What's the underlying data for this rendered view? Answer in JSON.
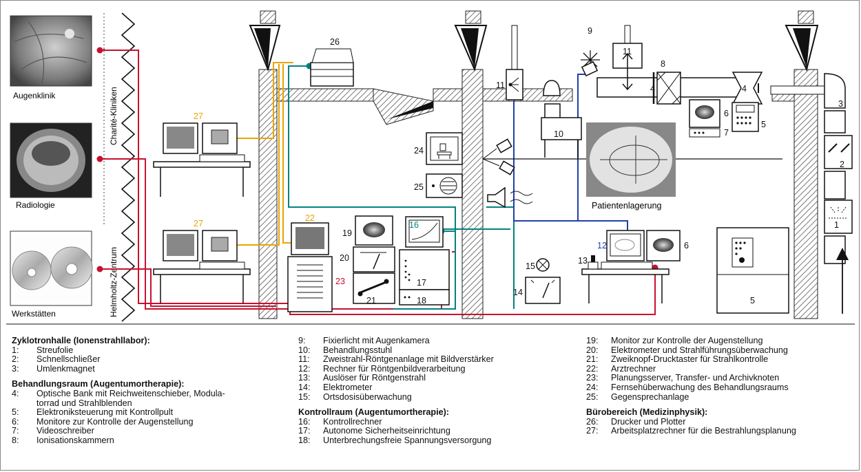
{
  "side_labels": {
    "augenklinik": "Augenklinik",
    "radiologie": "Radiologie",
    "werkstaetten": "Werkstätten",
    "charite": "Charité-Kliniken",
    "hmi": "Helmholtz-Zentrum",
    "patientenlagerung": "Patientenlagerung"
  },
  "numbers": {
    "n1": "1",
    "n2": "2",
    "n3": "3",
    "n4a": "4",
    "n4b": "4",
    "n5a": "5",
    "n5b": "5",
    "n6a": "6",
    "n6b": "6",
    "n7": "7",
    "n8": "8",
    "n9": "9",
    "n10": "10",
    "n11a": "11",
    "n11b": "11",
    "n12": "12",
    "n13": "13",
    "n14": "14",
    "n15": "15",
    "n16": "16",
    "n17": "17",
    "n18": "18",
    "n19": "19",
    "n20": "20",
    "n21": "21",
    "n22": "22",
    "n23": "23",
    "n24": "24",
    "n25": "25",
    "n26": "26",
    "n27a": "27",
    "n27b": "27"
  },
  "legend": {
    "col1": [
      {
        "heading": "Zyklotronhalle (Ionenstrahllabor):",
        "items": [
          {
            "num": "1:",
            "text": "Streufolie"
          },
          {
            "num": "2:",
            "text": "Schnellschließer"
          },
          {
            "num": "3:",
            "text": "Umlenkmagnet"
          }
        ]
      },
      {
        "heading": "Behandlungsraum (Augentumortherapie):",
        "items": [
          {
            "num": "4:",
            "text": "Optische Bank mit Reichweitenschieber, Modula-\ntorrad und Strahlblenden"
          },
          {
            "num": "5:",
            "text": "Elektroniksteuerung mit Kontrollpult"
          },
          {
            "num": "6:",
            "text": "Monitore zur Kontrolle der Augenstellung"
          },
          {
            "num": "7:",
            "text": "Videoschreiber"
          },
          {
            "num": "8:",
            "text": "Ionisationskammern"
          }
        ]
      }
    ],
    "col2": [
      {
        "heading": "",
        "items": [
          {
            "num": "9:",
            "text": "Fixierlicht mit Augenkamera"
          },
          {
            "num": "10:",
            "text": "Behandlungsstuhl"
          },
          {
            "num": "11:",
            "text": "Zweistrahl-Röntgenanlage mit Bildverstärker"
          },
          {
            "num": "12:",
            "text": "Rechner für Röntgenbildverarbeitung"
          },
          {
            "num": "13:",
            "text": "Auslöser für Röntgenstrahl"
          },
          {
            "num": "14:",
            "text": "Elektrometer"
          },
          {
            "num": "15:",
            "text": "Ortsdosisüberwachung"
          }
        ]
      },
      {
        "heading": "Kontrollraum (Augentumortherapie):",
        "items": [
          {
            "num": "16:",
            "text": "Kontrollrechner"
          },
          {
            "num": "17:",
            "text": "Autonome Sicherheitseinrichtung"
          },
          {
            "num": "18:",
            "text": "Unterbrechungsfreie Spannungsversorgung"
          }
        ]
      }
    ],
    "col3": [
      {
        "heading": "",
        "items": [
          {
            "num": "19:",
            "text": "Monitor zur Kontrolle der Augenstellung"
          },
          {
            "num": "20:",
            "text": "Elektrometer und Strahlführungsüberwachung"
          },
          {
            "num": "21:",
            "text": "Zweiknopf-Drucktaster für Strahlkontrolle"
          },
          {
            "num": "22:",
            "text": "Arztrechner"
          },
          {
            "num": "23:",
            "text": "Planungsserver, Transfer- und Archivknoten"
          },
          {
            "num": "24:",
            "text": "Fernsehüberwachung des Behandlungsraums"
          },
          {
            "num": "25:",
            "text": "Gegensprechanlage"
          }
        ]
      },
      {
        "heading": "Bürobereich (Medizinphysik):",
        "items": [
          {
            "num": "26:",
            "text": "Drucker und Plotter"
          },
          {
            "num": "27:",
            "text": "Arbeitsplatzrechner für die Bestrahlungsplanung"
          }
        ]
      }
    ]
  },
  "colors": {
    "red": "#c8102e",
    "orange": "#e8a400",
    "teal": "#00827f",
    "blue": "#1f3fa8",
    "ink": "#111111"
  }
}
